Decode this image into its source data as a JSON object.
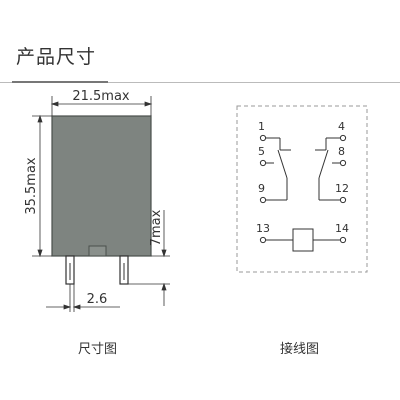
{
  "section_title": "产品尺寸",
  "dimension_view": {
    "caption": "尺寸图",
    "width_label": "21.5max",
    "height_label": "35.5max",
    "pin_length_label": "7max",
    "pin_pitch_label": "2.6",
    "body_color": "#7e8480"
  },
  "wiring_view": {
    "caption": "接线图",
    "terminals": {
      "t1": "1",
      "t4": "4",
      "t5": "5",
      "t8": "8",
      "t9": "9",
      "t12": "12",
      "t13": "13",
      "t14": "14"
    }
  }
}
